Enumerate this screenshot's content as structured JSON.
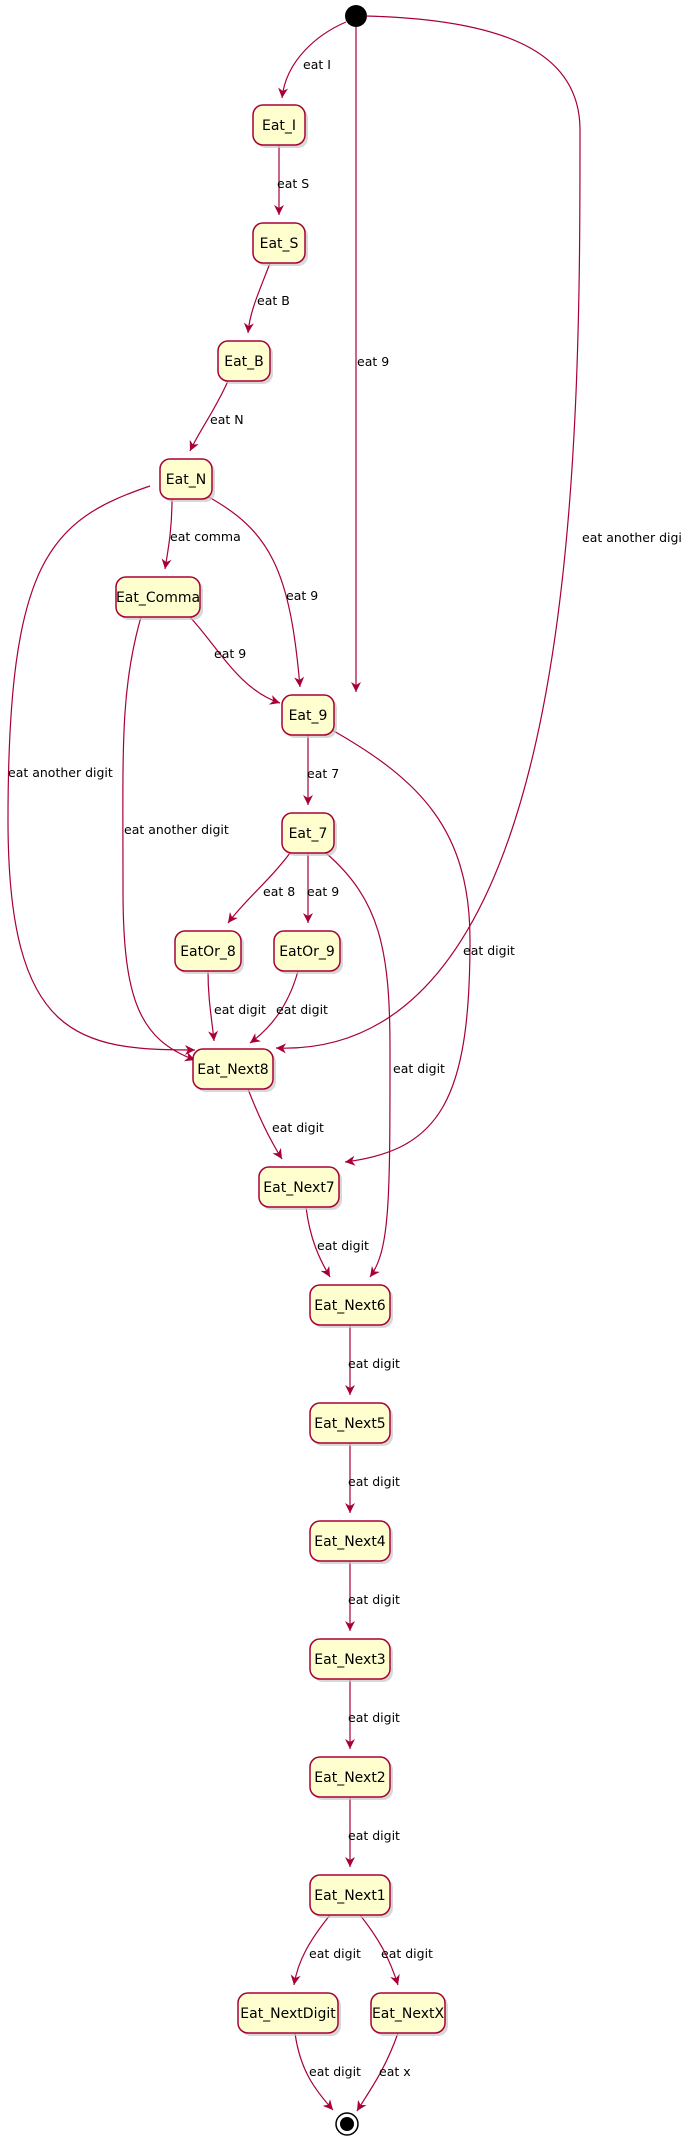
{
  "diagram": {
    "type": "state-diagram",
    "colors": {
      "node_fill": "#FEFECE",
      "node_border": "#A80036",
      "edge": "#A80036",
      "start": "#000000"
    },
    "nodes": [
      {
        "id": "Eat_I",
        "label": "Eat_I"
      },
      {
        "id": "Eat_S",
        "label": "Eat_S"
      },
      {
        "id": "Eat_B",
        "label": "Eat_B"
      },
      {
        "id": "Eat_N",
        "label": "Eat_N"
      },
      {
        "id": "Eat_Comma",
        "label": "Eat_Comma"
      },
      {
        "id": "Eat_9",
        "label": "Eat_9"
      },
      {
        "id": "Eat_7",
        "label": "Eat_7"
      },
      {
        "id": "EatOr_8",
        "label": "EatOr_8"
      },
      {
        "id": "EatOr_9",
        "label": "EatOr_9"
      },
      {
        "id": "Eat_Next8",
        "label": "Eat_Next8"
      },
      {
        "id": "Eat_Next7",
        "label": "Eat_Next7"
      },
      {
        "id": "Eat_Next6",
        "label": "Eat_Next6"
      },
      {
        "id": "Eat_Next5",
        "label": "Eat_Next5"
      },
      {
        "id": "Eat_Next4",
        "label": "Eat_Next4"
      },
      {
        "id": "Eat_Next3",
        "label": "Eat_Next3"
      },
      {
        "id": "Eat_Next2",
        "label": "Eat_Next2"
      },
      {
        "id": "Eat_Next1",
        "label": "Eat_Next1"
      },
      {
        "id": "Eat_NextDigit",
        "label": "Eat_NextDigit"
      },
      {
        "id": "Eat_NextX",
        "label": "Eat_NextX"
      }
    ],
    "edges": [
      {
        "id": "start-i",
        "from": "start",
        "to": "Eat_I",
        "label": "eat I"
      },
      {
        "id": "start-9",
        "from": "start",
        "to": "Eat_9",
        "label": "eat 9"
      },
      {
        "id": "start-next8",
        "from": "start",
        "to": "Eat_Next8",
        "label": "eat another digit"
      },
      {
        "id": "i-s",
        "from": "Eat_I",
        "to": "Eat_S",
        "label": "eat S"
      },
      {
        "id": "s-b",
        "from": "Eat_S",
        "to": "Eat_B",
        "label": "eat B"
      },
      {
        "id": "b-n",
        "from": "Eat_B",
        "to": "Eat_N",
        "label": "eat N"
      },
      {
        "id": "n-comma",
        "from": "Eat_N",
        "to": "Eat_Comma",
        "label": "eat comma"
      },
      {
        "id": "n-9",
        "from": "Eat_N",
        "to": "Eat_9",
        "label": "eat 9"
      },
      {
        "id": "n-next8",
        "from": "Eat_N",
        "to": "Eat_Next8",
        "label": "eat another digit"
      },
      {
        "id": "comma-9",
        "from": "Eat_Comma",
        "to": "Eat_9",
        "label": "eat 9"
      },
      {
        "id": "comma-next8",
        "from": "Eat_Comma",
        "to": "Eat_Next8",
        "label": "eat another digit"
      },
      {
        "id": "9-7",
        "from": "Eat_9",
        "to": "Eat_7",
        "label": "eat 7"
      },
      {
        "id": "9-next7",
        "from": "Eat_9",
        "to": "Eat_Next7",
        "label": "eat digit"
      },
      {
        "id": "7-or8",
        "from": "Eat_7",
        "to": "EatOr_8",
        "label": "eat 8"
      },
      {
        "id": "7-or9",
        "from": "Eat_7",
        "to": "EatOr_9",
        "label": "eat 9"
      },
      {
        "id": "7-next6",
        "from": "Eat_7",
        "to": "Eat_Next6",
        "label": "eat digit"
      },
      {
        "id": "or8-next8",
        "from": "EatOr_8",
        "to": "Eat_Next8",
        "label": "eat digit"
      },
      {
        "id": "or9-next8",
        "from": "EatOr_9",
        "to": "Eat_Next8",
        "label": "eat digit"
      },
      {
        "id": "next8-next7",
        "from": "Eat_Next8",
        "to": "Eat_Next7",
        "label": "eat digit"
      },
      {
        "id": "next7-next6",
        "from": "Eat_Next7",
        "to": "Eat_Next6",
        "label": "eat digit"
      },
      {
        "id": "next6-next5",
        "from": "Eat_Next6",
        "to": "Eat_Next5",
        "label": "eat digit"
      },
      {
        "id": "next5-next4",
        "from": "Eat_Next5",
        "to": "Eat_Next4",
        "label": "eat digit"
      },
      {
        "id": "next4-next3",
        "from": "Eat_Next4",
        "to": "Eat_Next3",
        "label": "eat digit"
      },
      {
        "id": "next3-next2",
        "from": "Eat_Next3",
        "to": "Eat_Next2",
        "label": "eat digit"
      },
      {
        "id": "next2-next1",
        "from": "Eat_Next2",
        "to": "Eat_Next1",
        "label": "eat digit"
      },
      {
        "id": "next1-nextdigit",
        "from": "Eat_Next1",
        "to": "Eat_NextDigit",
        "label": "eat digit"
      },
      {
        "id": "next1-nextx",
        "from": "Eat_Next1",
        "to": "Eat_NextX",
        "label": "eat digit"
      },
      {
        "id": "nextdigit-end",
        "from": "Eat_NextDigit",
        "to": "end",
        "label": "eat digit"
      },
      {
        "id": "nextx-end",
        "from": "Eat_NextX",
        "to": "end",
        "label": "eat x"
      }
    ]
  }
}
